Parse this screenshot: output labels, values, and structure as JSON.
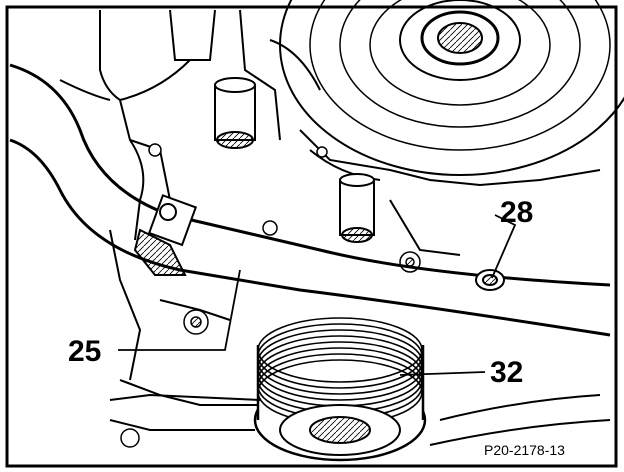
{
  "callouts": [
    {
      "number": "25"
    },
    {
      "number": "28"
    },
    {
      "number": "32"
    }
  ],
  "figure_reference": "P20-2178-13",
  "colors": {
    "ink": "#000000",
    "paper": "#ffffff"
  }
}
